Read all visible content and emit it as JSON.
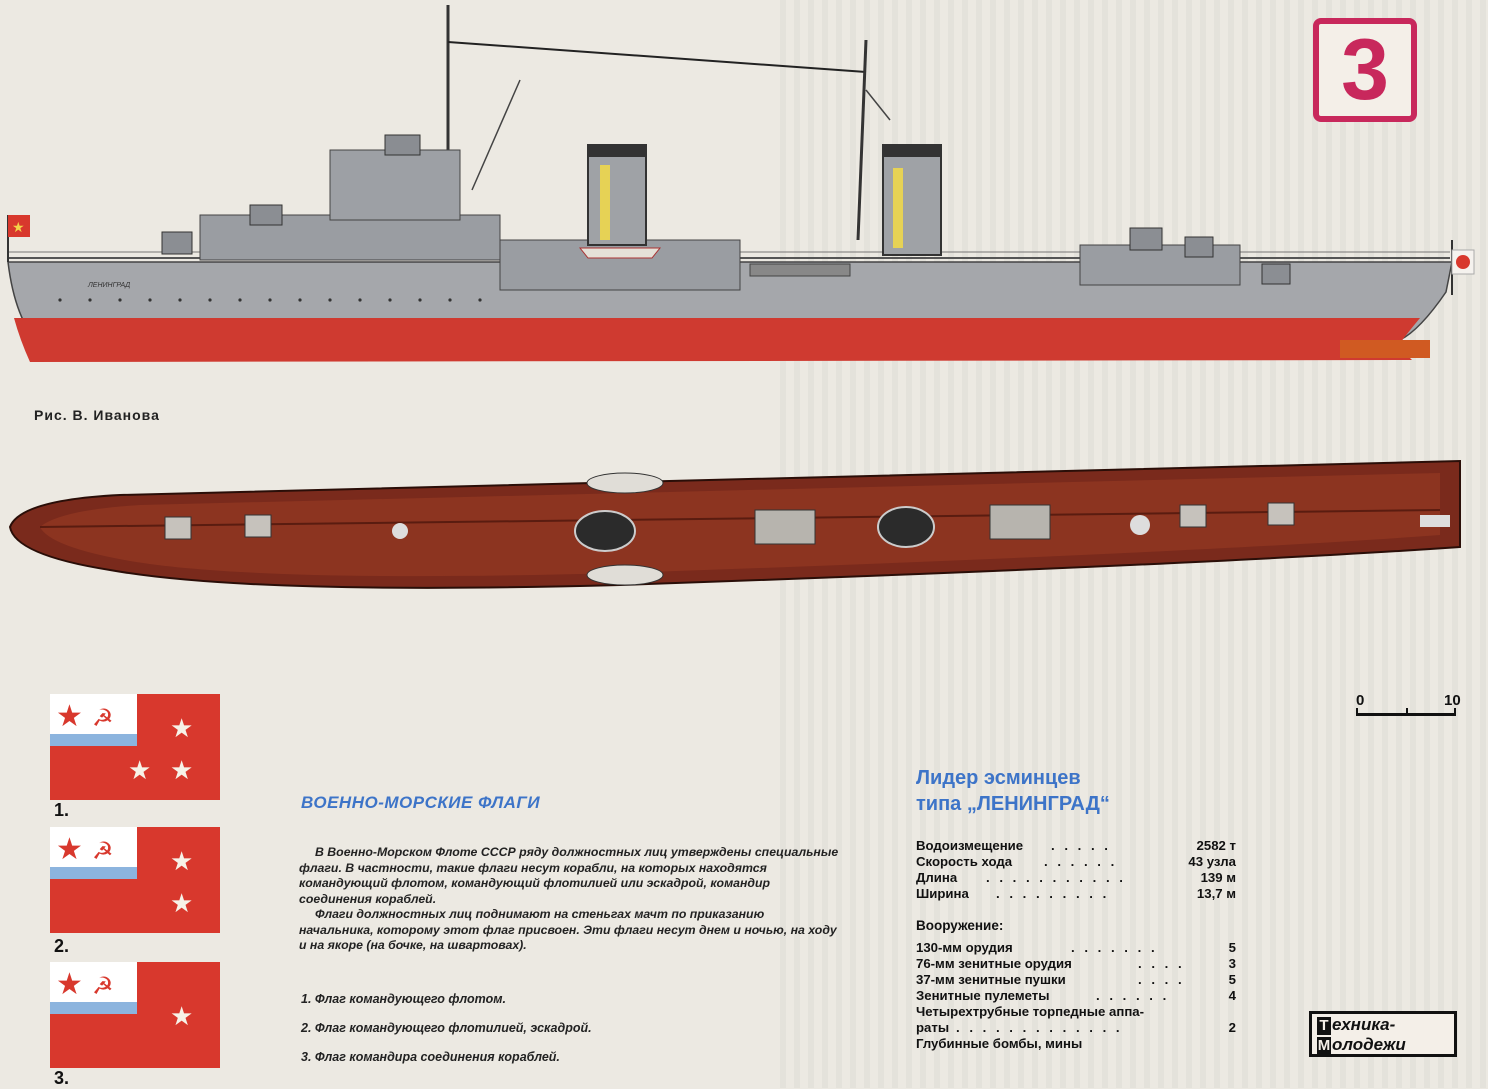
{
  "badge": {
    "number": "3"
  },
  "credit": "Рис. В. Иванова",
  "ship_name_label": "ЛЕНИНГРАД",
  "scale": {
    "start": "0",
    "end": "10"
  },
  "flags": {
    "title": "ВОЕННО-МОРСКИЕ ФЛАГИ",
    "paragraph1": "В Военно-Морском Флоте СССР ряду должностных лиц утверждены специальные флаги. В частности, такие флаги несут корабли, на которых находятся командующий флотом, командующий флотилией или эскадрой, командир соединения кораблей.",
    "paragraph2": "Флаги должностных лиц поднимают на стеньгах мачт по приказанию начальника, которому этот флаг присвоен. Эти флаги несут днем и ночью, на ходу и на якоре (на бочке, на швартовах).",
    "items": [
      "1. Флаг командующего флотом.",
      "2. Флаг командующего флотилией, эскадрой.",
      "3. Флаг командира соединения кораблей."
    ],
    "labels": [
      "1.",
      "2.",
      "3."
    ],
    "colors": {
      "red": "#d8382d",
      "blue": "#8cb4de",
      "white": "#ffffff"
    }
  },
  "specs": {
    "title_line1": "Лидер эсминцев",
    "title_line2": "типа „ЛЕНИНГРАД“",
    "rows": [
      {
        "label": "Водоизмещение",
        "value": "2582 т"
      },
      {
        "label": "Скорость хода",
        "value": "43 узла"
      },
      {
        "label": "Длина",
        "value": "139 м"
      },
      {
        "label": "Ширина",
        "value": "13,7 м"
      }
    ],
    "armament_title": "Вооружение:",
    "armament": [
      {
        "label": "130-мм орудия",
        "value": "5"
      },
      {
        "label": "76-мм зенитные орудия",
        "value": "3"
      },
      {
        "label": "37-мм зенитные пушки",
        "value": "5"
      },
      {
        "label": "Зенитные пулеметы",
        "value": "4"
      },
      {
        "label": "Четырехтрубные торпедные аппа-",
        "value": ""
      },
      {
        "label": "раты",
        "value": "2"
      },
      {
        "label": "Глубинные бомбы, мины",
        "value": ""
      }
    ]
  },
  "logo": {
    "line1_first": "Т",
    "line1_rest": "ехника-",
    "line2_first": "М",
    "line2_rest": "олодежи"
  }
}
